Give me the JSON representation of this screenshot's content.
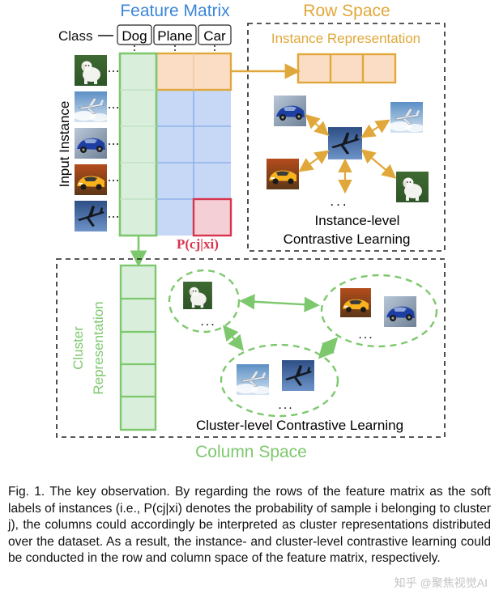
{
  "titles": {
    "feature_matrix": "Feature Matrix",
    "row_space": "Row Space",
    "column_space": "Column Space"
  },
  "class_label": "Class",
  "classes": [
    "Dog",
    "Plane",
    "Car"
  ],
  "input_instance": "Input Instance",
  "instance_representation": "Instance Representation",
  "instance_level": [
    "Instance-level",
    "Contrastive Learning"
  ],
  "cluster_representation": [
    "Cluster",
    "Representation"
  ],
  "cluster_level": "Cluster-level Contrastive Learning",
  "prob_label": "P(cj|xi)",
  "ellipsis": "...",
  "caption": {
    "text": "Fig. 1. The key observation. By regarding the rows of the feature matrix as the soft labels of instances (i.e., P(cj|xi) denotes the probability of sample i belonging to cluster j), the columns could accordingly be interpreted as cluster representations distributed over the dataset. As a result, the instance- and cluster-level contrastive learning could be conducted in the row and column space of the feature matrix, respectively."
  },
  "watermark": "知乎 @聚焦视觉AI",
  "colors": {
    "blue_title": "#3b86d6",
    "orange": "#e0a83a",
    "orange_fill": "#fbdcc4",
    "green": "#7dc86d",
    "green_fill": "#d9eedb",
    "blue_fill": "#c6d8f6",
    "blue_line": "#8fb2ea",
    "red": "#d9344d",
    "red_fill": "#f4d0d6",
    "dashed": "#222222"
  }
}
